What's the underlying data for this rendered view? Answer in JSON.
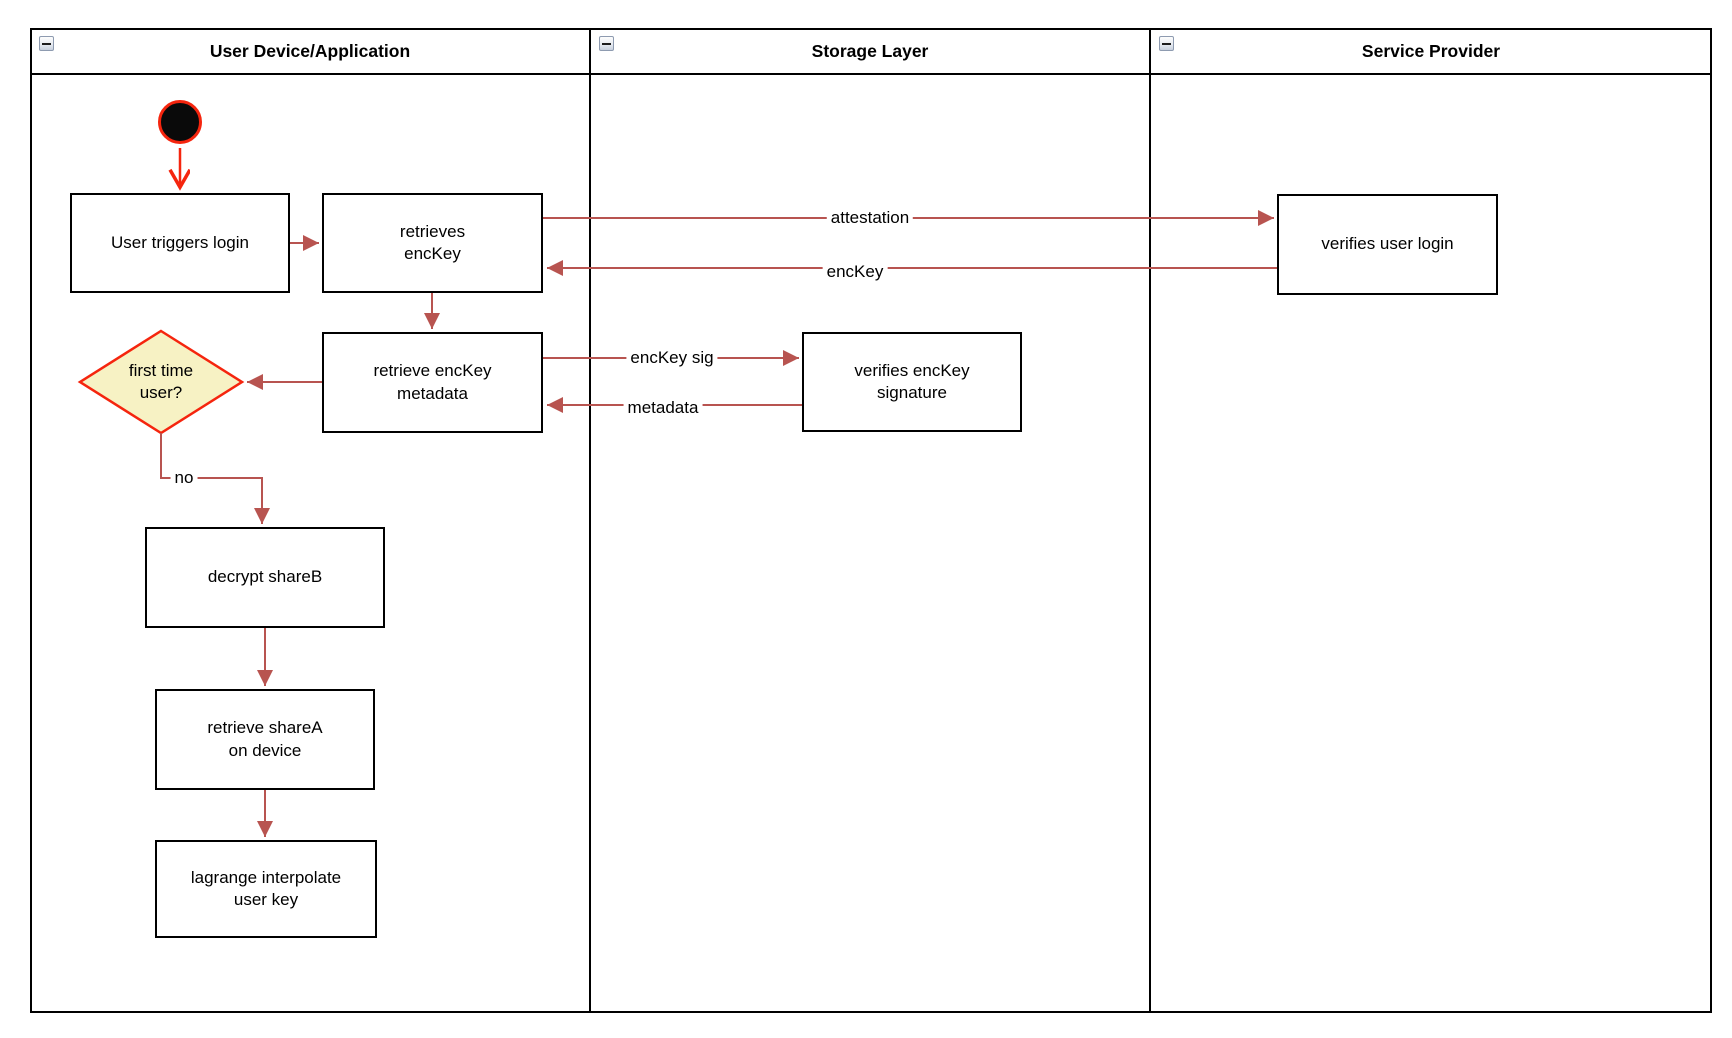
{
  "diagram": {
    "type": "swimlane-flowchart",
    "lanes": [
      {
        "title": "User Device/Application",
        "collapse_icon": "minus"
      },
      {
        "title": "Storage Layer",
        "collapse_icon": "minus"
      },
      {
        "title": "Service Provider",
        "collapse_icon": "minus"
      }
    ],
    "nodes": {
      "start": {
        "shape": "initial-node"
      },
      "user_triggers_login": {
        "label": "User triggers login"
      },
      "retrieves_enckey": {
        "label": "retrieves\nencKey"
      },
      "retrieve_enckey_metadata": {
        "label": "retrieve encKey\nmetadata"
      },
      "first_time_user": {
        "label": "first time\nuser?",
        "shape": "decision"
      },
      "verifies_enckey_signature": {
        "label": "verifies encKey\nsignature"
      },
      "verifies_user_login": {
        "label": "verifies user login"
      },
      "decrypt_shareb": {
        "label": "decrypt shareB"
      },
      "retrieve_sharea_on_device": {
        "label": "retrieve shareA\non device"
      },
      "lagrange_interpolate_user_key": {
        "label": "lagrange interpolate\nuser key"
      }
    },
    "edges": {
      "attestation": {
        "label": "attestation"
      },
      "enckey": {
        "label": "encKey"
      },
      "enckey_sig": {
        "label": "encKey sig"
      },
      "metadata": {
        "label": "metadata"
      },
      "no": {
        "label": "no"
      }
    },
    "colors": {
      "connector": "#B85450",
      "accent_red": "#F5250E",
      "decision_fill": "#F7F2C4",
      "shape_border": "#000000",
      "shape_fill": "#FFFFFF"
    }
  }
}
